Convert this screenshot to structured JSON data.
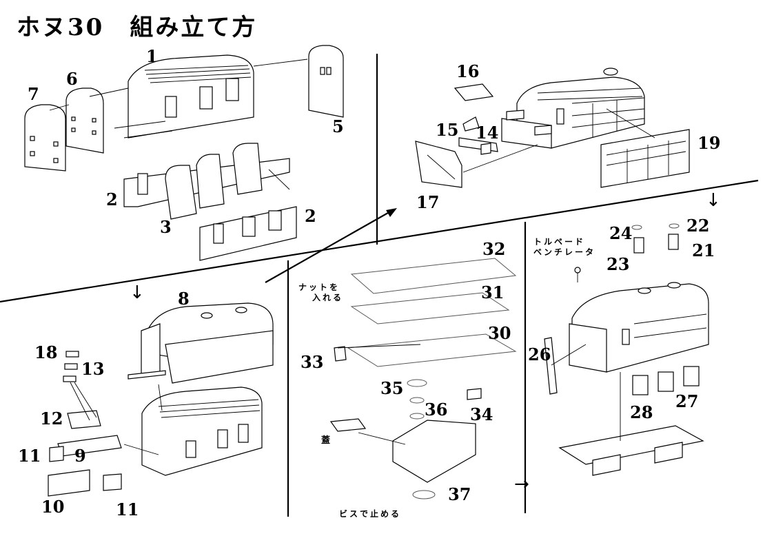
{
  "title": "ホヌ30　組み立て方",
  "numbers": [
    "1",
    "2",
    "2",
    "3",
    "5",
    "6",
    "7",
    "8",
    "9",
    "10",
    "11",
    "11",
    "12",
    "13",
    "14",
    "15",
    "16",
    "17",
    "18",
    "19",
    "21",
    "22",
    "23",
    "24",
    "26",
    "27",
    "28",
    "30",
    "31",
    "32",
    "33",
    "34",
    "35",
    "36",
    "37"
  ],
  "notes": {
    "torpedo": [
      "トルペード",
      "ベンチレータ"
    ],
    "nut": [
      "ナットを",
      "入れる"
    ],
    "lid": "蓋",
    "screw": "ビスで止める"
  },
  "arrows": {
    "down": "↓",
    "right": "→"
  }
}
